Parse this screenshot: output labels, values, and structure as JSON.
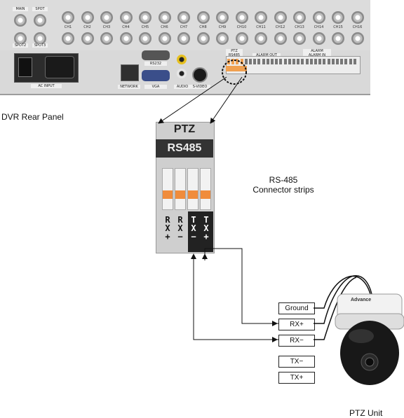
{
  "panel": {
    "caption": "DVR Rear Panel",
    "channels": [
      "CH1",
      "CH2",
      "CH3",
      "CH4",
      "CH5",
      "CH6",
      "CH7",
      "CH8",
      "CH9",
      "CH10",
      "CH11",
      "CH12",
      "CH13",
      "CH14",
      "CH15",
      "CH16"
    ],
    "left_labels": [
      "MAIN",
      "SPOT",
      "SPOT2",
      "SPOT3"
    ],
    "ports": {
      "ac_input": "AC INPUT",
      "network": "NETWORK",
      "rs232": "RS232",
      "vga": "VGA",
      "audio": "AUDIO",
      "svideo": "S-VIDEO",
      "ptz": "PTZ",
      "rs485": "RS485",
      "alarm_out": "ALARM OUT",
      "alarm": "ALARM",
      "alarm_in": "ALARM IN"
    }
  },
  "connector": {
    "header": "PTZ",
    "title": "RS485",
    "pins": [
      {
        "a": "R",
        "b": "X",
        "c": "+"
      },
      {
        "a": "R",
        "b": "X",
        "c": "−"
      },
      {
        "a": "T",
        "b": "X",
        "c": "−"
      },
      {
        "a": "T",
        "b": "X",
        "c": "+"
      }
    ],
    "caption_line1": "RS-485",
    "caption_line2": "Connector strips"
  },
  "camera": {
    "brand": "Advance",
    "caption": "PTZ Unit",
    "wires": [
      "Ground",
      "RX+",
      "RX−",
      "TX−",
      "TX+"
    ]
  }
}
